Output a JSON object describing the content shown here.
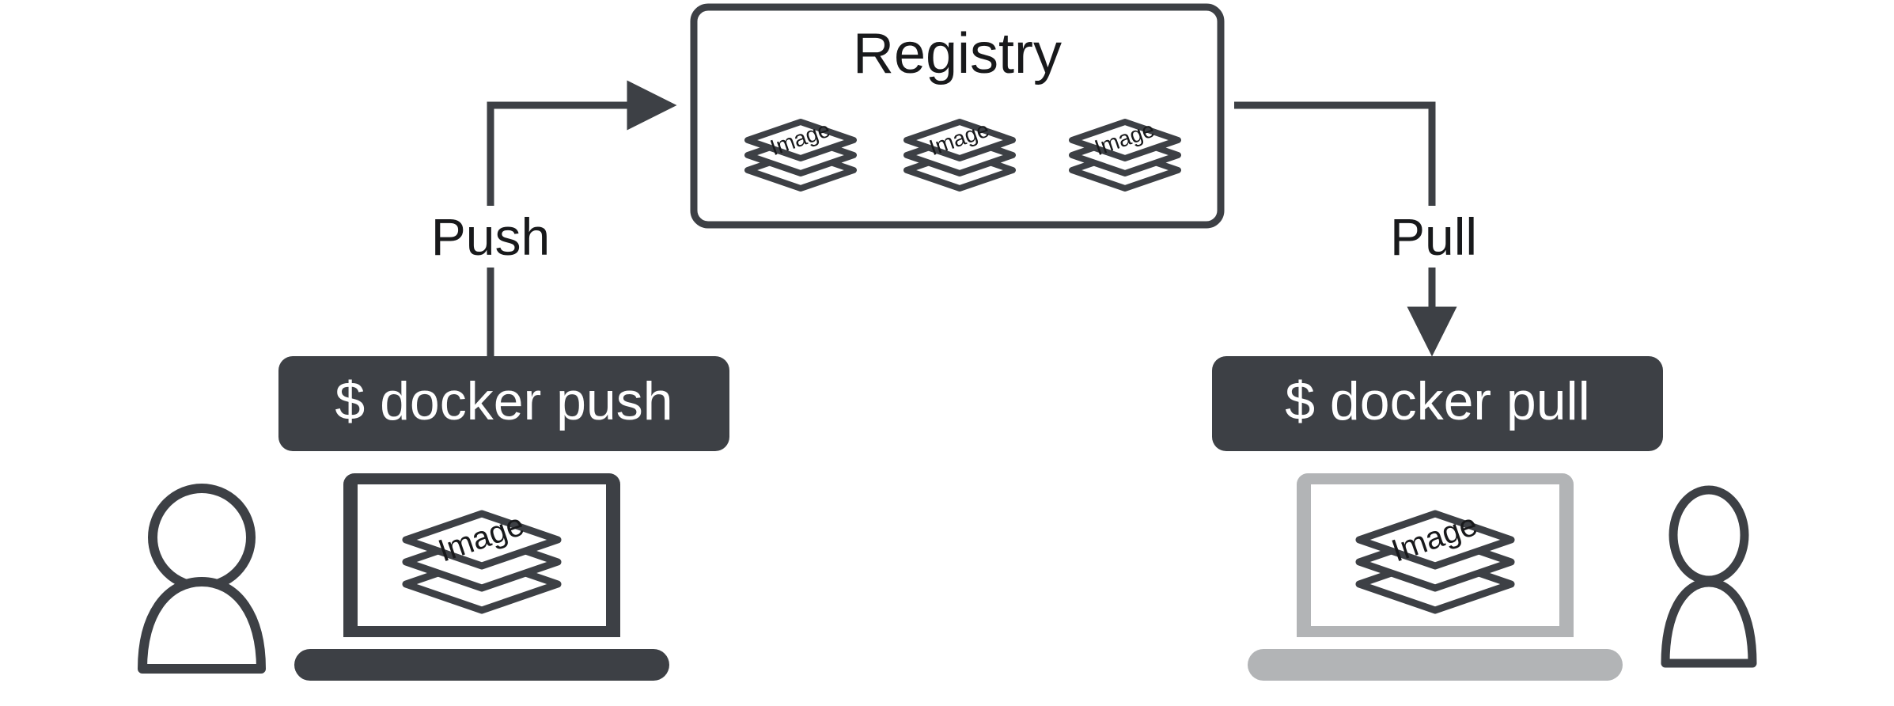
{
  "diagram": {
    "title_visible": false,
    "background_color": "#ffffff",
    "dark_color": "#3d4045",
    "gray_color": "#b2b4b6",
    "text_color": "#18191b",
    "cmd_text_color": "#ffffff"
  },
  "registry": {
    "title": "Registry",
    "images": [
      {
        "label": "Image"
      },
      {
        "label": "Image"
      },
      {
        "label": "Image"
      }
    ]
  },
  "flows": [
    {
      "id": "push",
      "label": "Push",
      "direction": "to-registry"
    },
    {
      "id": "pull",
      "label": "Pull",
      "direction": "from-registry"
    }
  ],
  "nodes": {
    "left": {
      "command": "$ docker push",
      "laptop_image_label": "Image",
      "laptop_color": "#3d4045",
      "person_icon": "user-icon"
    },
    "right": {
      "command": "$ docker pull",
      "laptop_image_label": "Image",
      "laptop_color": "#b2b4b6",
      "person_icon": "user-icon"
    }
  }
}
